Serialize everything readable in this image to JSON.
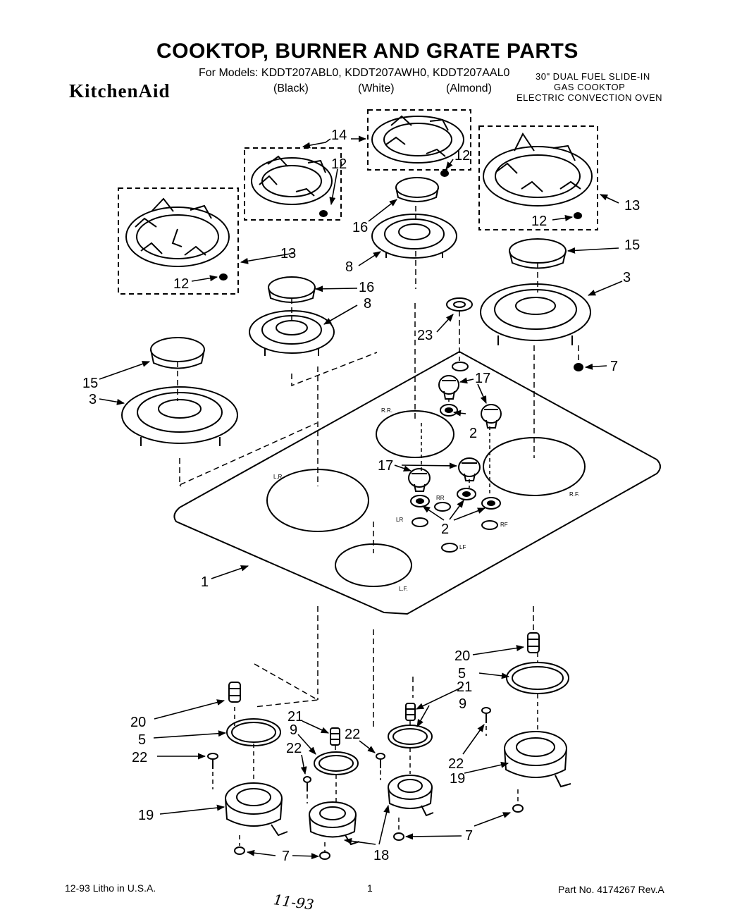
{
  "header": {
    "title": "COOKTOP, BURNER AND GRATE PARTS",
    "models_line": "For Models: KDDT207ABL0, KDDT207AWH0, KDDT207AAL0",
    "brand": "KitchenAid",
    "colors": [
      "(Black)",
      "(White)",
      "(Almond)"
    ],
    "description": [
      "30\" DUAL FUEL SLIDE-IN",
      "GAS COOKTOP",
      "ELECTRIC CONVECTION OVEN"
    ]
  },
  "callouts": {
    "c1": "1",
    "c2a": "2",
    "c2b": "2",
    "c3a": "3",
    "c3b": "3",
    "c5a": "5",
    "c5b": "5",
    "c7a": "7",
    "c7b": "7",
    "c7c": "7",
    "c8a": "8",
    "c8b": "8",
    "c9a": "9",
    "c9b": "9",
    "c12a": "12",
    "c12b": "12",
    "c12c": "12",
    "c12d": "12",
    "c13a": "13",
    "c13b": "13",
    "c14": "14",
    "c15a": "15",
    "c15b": "15",
    "c16a": "16",
    "c16b": "16",
    "c17a": "17",
    "c17b": "17",
    "c18": "18",
    "c19a": "19",
    "c19b": "19",
    "c20a": "20",
    "c20b": "20",
    "c21a": "21",
    "c21b": "21",
    "c22a": "22",
    "c22b": "22",
    "c22c": "22",
    "c22d": "22",
    "c23": "23"
  },
  "cooktop_labels": {
    "lr": "L.R.",
    "rr": "R.R.",
    "rf": "R.F.",
    "lf": "L.F.",
    "k_lr": "LR",
    "k_rr": "RR",
    "k_rf": "RF",
    "k_lf": "LF"
  },
  "footer": {
    "left": "12-93 Litho in U.S.A.",
    "page": "1",
    "part_no": "Part No. 4174267 Rev.A",
    "handwritten": "11-93"
  }
}
